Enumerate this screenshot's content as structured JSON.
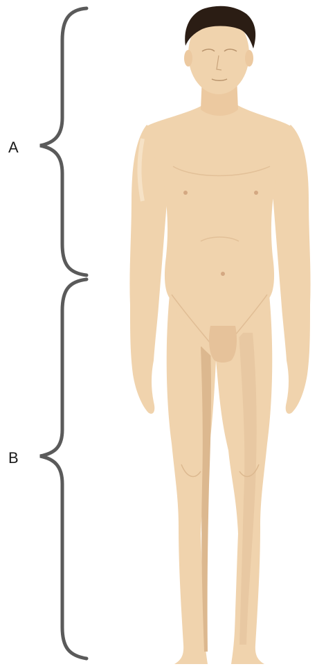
{
  "labels": {
    "upper_region": "A",
    "lower_region": "B"
  },
  "colors": {
    "skin": "#f0d3ad",
    "skin_shadow": "#dcb88f",
    "skin_highlight": "#f8e6cc",
    "hair": "#2b1d14",
    "bracket": "#5a5a5a",
    "label_text": "#1a1a1a",
    "background": "#ffffff"
  },
  "figure": {
    "subject": "standing-male-body",
    "view": "anterior"
  }
}
